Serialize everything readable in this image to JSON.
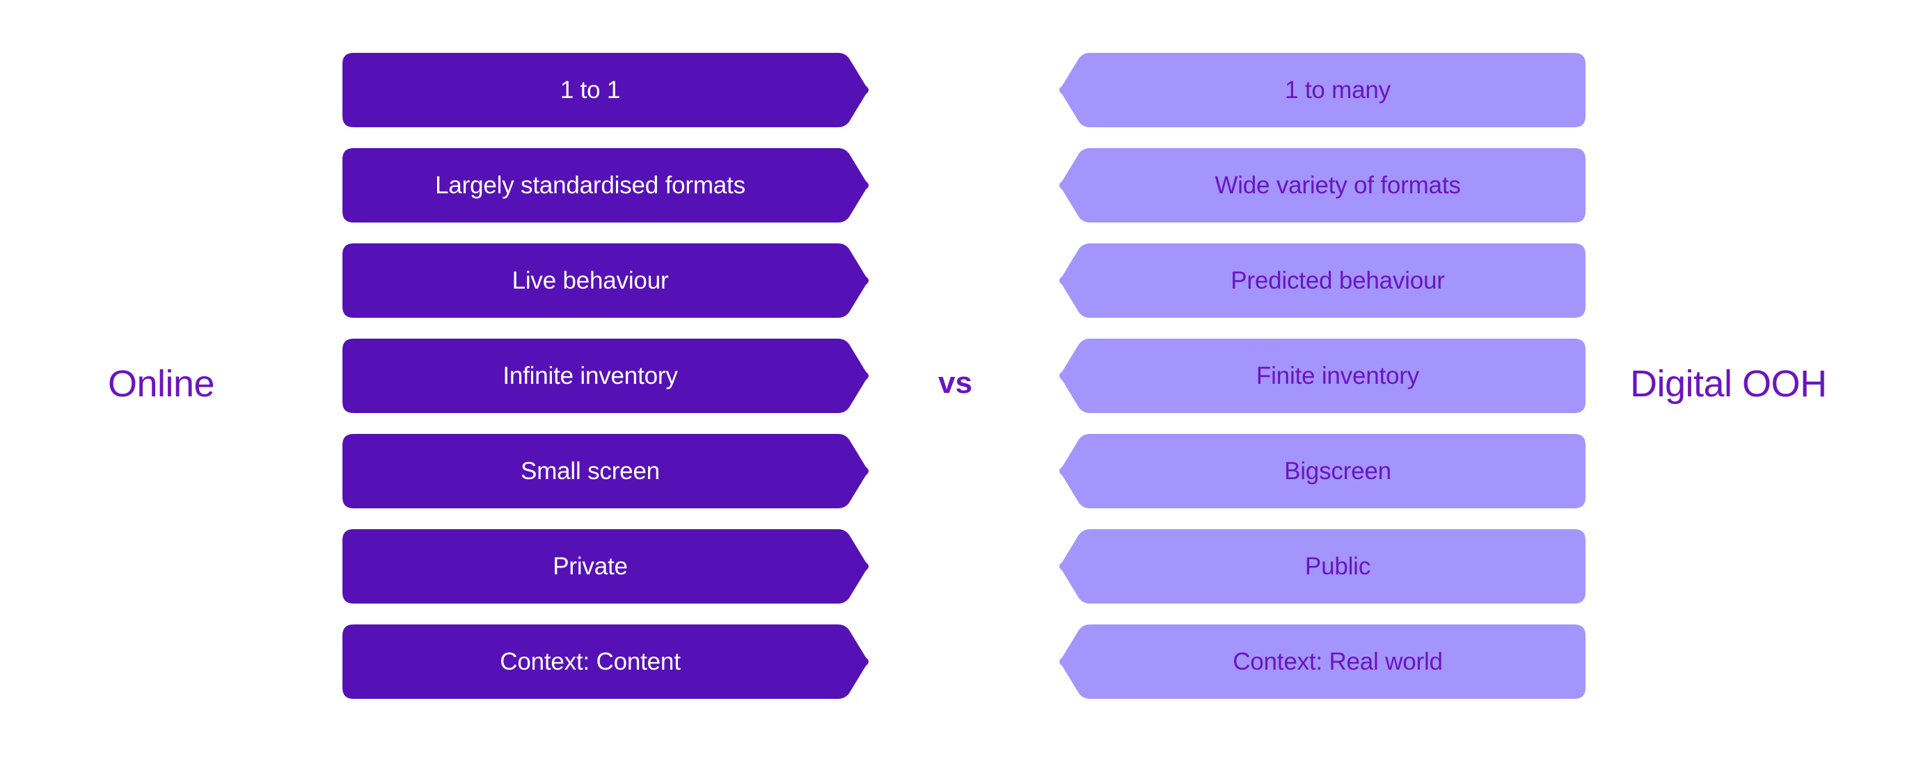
{
  "diagram": {
    "title_left": "Online",
    "title_right": "Digital OOH",
    "separator": "vs",
    "colors": {
      "left_fill": "#5511b5",
      "left_text": "#ffffff",
      "right_fill": "#a495fd",
      "right_text": "#6a15c0",
      "heading_text": "#6a15c0",
      "background": "#ffffff"
    },
    "rows": [
      {
        "left": "1 to 1",
        "right": "1 to many"
      },
      {
        "left": "Largely standardised formats",
        "right": "Wide variety of formats"
      },
      {
        "left": "Live behaviour",
        "right": "Predicted behaviour"
      },
      {
        "left": "Infinite inventory",
        "right": "Finite inventory"
      },
      {
        "left": "Small screen",
        "right": "Bigscreen"
      },
      {
        "left": "Private",
        "right": "Public"
      },
      {
        "left": "Context: Content",
        "right": "Context: Real world"
      }
    ]
  }
}
